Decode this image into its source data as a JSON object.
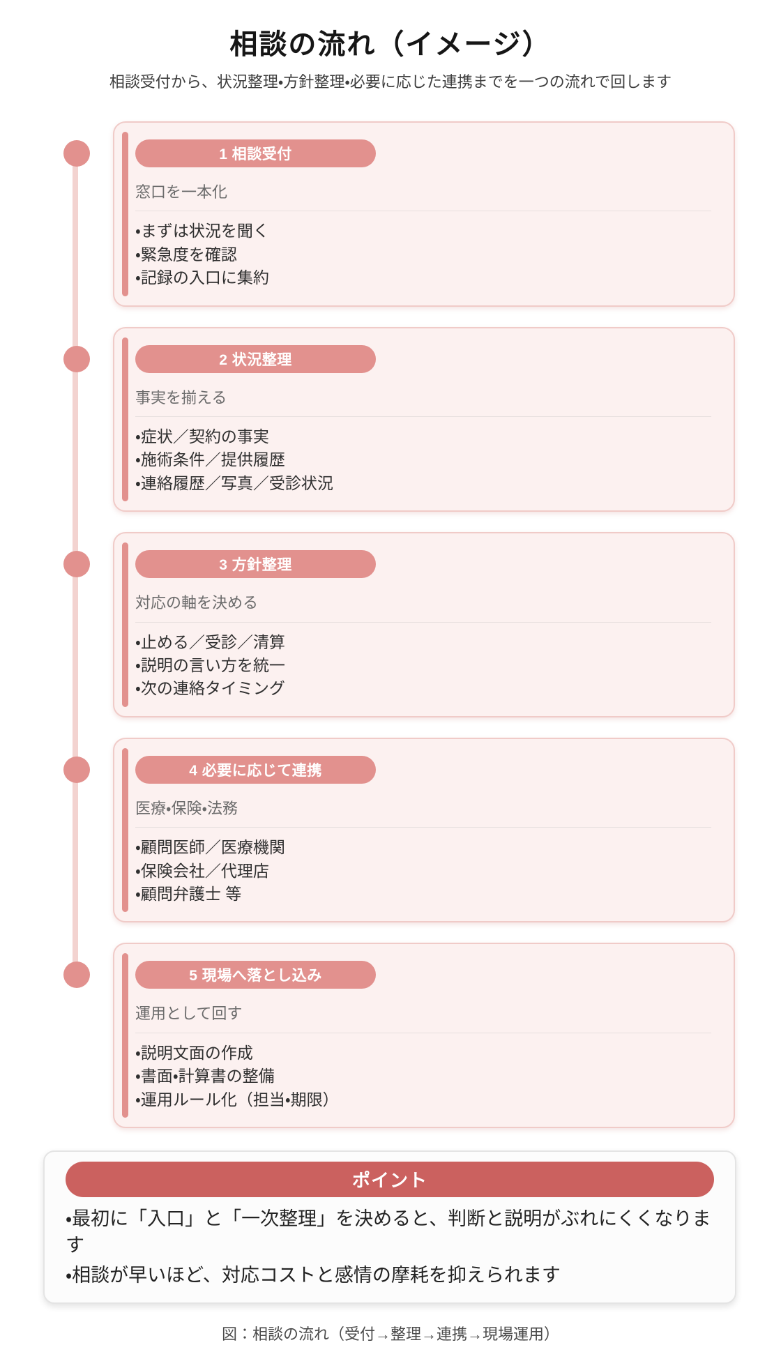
{
  "page": {
    "title": "相談の流れ（イメージ）",
    "subtitle": "相談受付から、状況整理・方針整理・必要に応じた連携までを一つの流れで回します",
    "caption": "図：相談の流れ（受付→整理→連携→現場運用）"
  },
  "colors": {
    "accent": "#e2918e",
    "accent_dark": "#cb615f",
    "card_bg": "#fcf1f0",
    "card_border": "#f0cbc8",
    "timeline_line": "#f3d3d0"
  },
  "steps": [
    {
      "badge": "1 相談受付",
      "subtitle": "窓口を一本化",
      "items": [
        "・まずは状況を聞く",
        "・緊急度を確認",
        "・記録の入口に集約"
      ]
    },
    {
      "badge": "2 状況整理",
      "subtitle": "事実を揃える",
      "items": [
        "・症状／契約の事実",
        "・施術条件／提供履歴",
        "・連絡履歴／写真／受診状況"
      ]
    },
    {
      "badge": "3 方針整理",
      "subtitle": "対応の軸を決める",
      "items": [
        "・止める／受診／清算",
        "・説明の言い方を統一",
        "・次の連絡タイミング"
      ]
    },
    {
      "badge": "4 必要に応じて連携",
      "subtitle": "医療・保険・法務",
      "items": [
        "・顧問医師／医療機関",
        "・保険会社／代理店",
        "・顧問弁護士 等"
      ]
    },
    {
      "badge": "5 現場へ落とし込み",
      "subtitle": "運用として回す",
      "items": [
        "・説明文面の作成",
        "・書面・計算書の整備",
        "・運用ルール化（担当・期限）"
      ]
    }
  ],
  "points": {
    "title": "ポイント",
    "items": [
      "・最初に「入口」と「一次整理」を決めると、判断と説明がぶれにくくなります",
      "・相談が早いほど、対応コストと感情の摩耗を抑えられます"
    ]
  }
}
